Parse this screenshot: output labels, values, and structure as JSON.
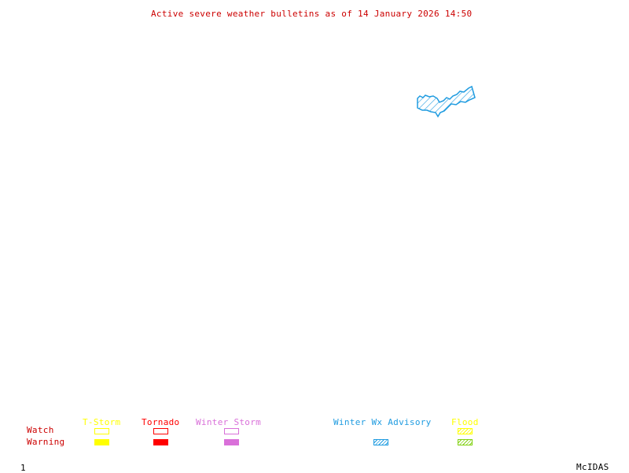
{
  "title": "Active severe weather bulletins as of 14 January 2026 14:50",
  "colors": {
    "title": "#cc0000",
    "tstorm": "#ffff00",
    "tornado": "#ff0000",
    "winter_storm": "#d970d9",
    "winter_wx": "#1e9be0",
    "flood_watch": "#ffff00",
    "flood_warning": "#80d010",
    "row_label": "#cc0000"
  },
  "legend": {
    "row_labels": {
      "watch": "Watch",
      "warning": "Warning"
    },
    "columns": [
      {
        "label": "T-Storm",
        "watch": "outline",
        "warning": "filled"
      },
      {
        "label": "Tornado",
        "watch": "outline",
        "warning": "filled"
      },
      {
        "label": "Winter Storm",
        "watch": "outline",
        "warning": "filled"
      },
      {
        "label": "Winter Wx Advisory",
        "watch": "none",
        "warning": "hatched"
      },
      {
        "label": "Flood",
        "watch": "hatched",
        "warning": "hatched"
      }
    ]
  },
  "map": {
    "areas": [
      {
        "type": "Winter Wx Advisory",
        "style": "hatched"
      }
    ]
  },
  "footer": {
    "frame_number": "1",
    "brand": "McIDAS"
  }
}
